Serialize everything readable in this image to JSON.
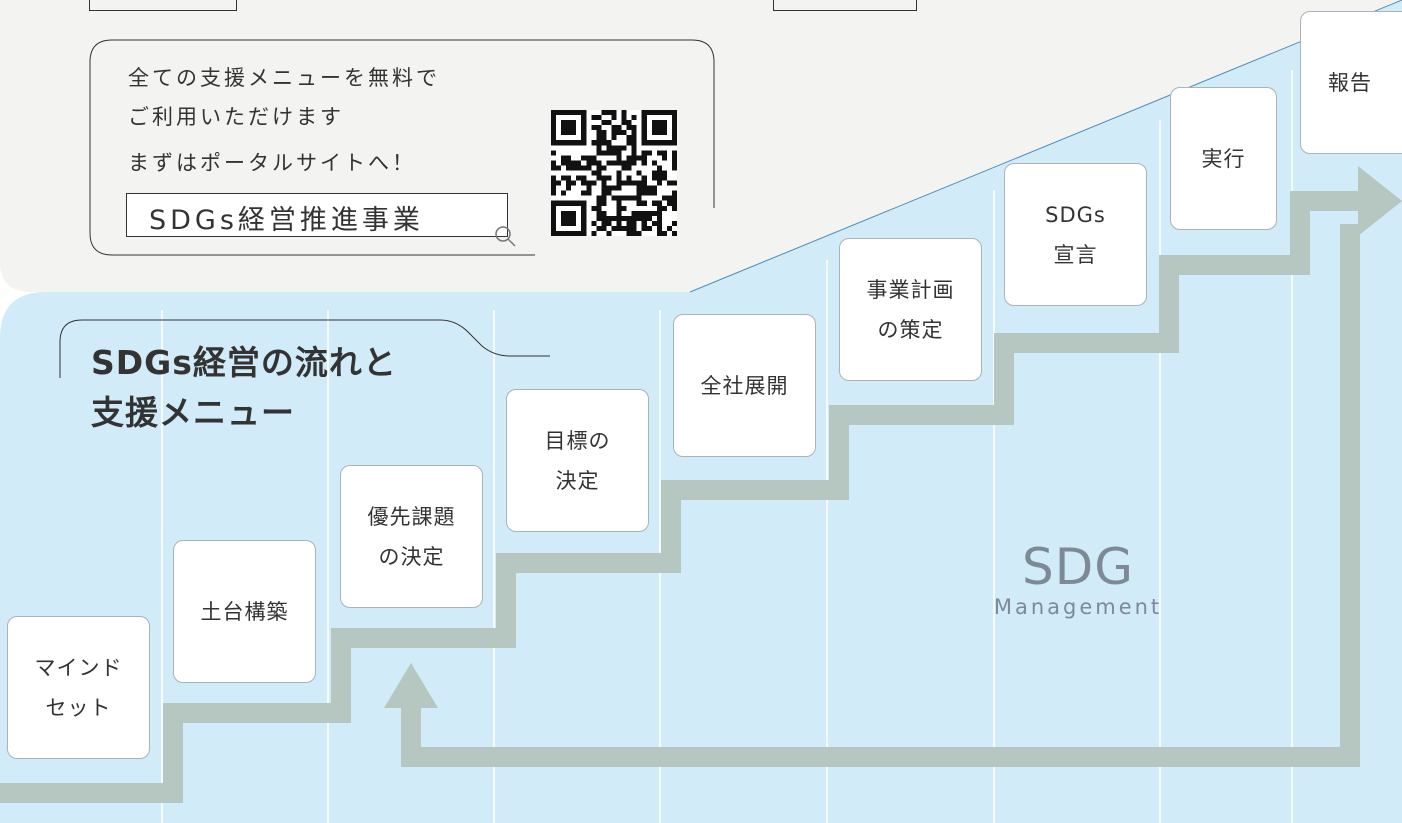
{
  "promo": {
    "line1": "全ての支援メニューを無料で",
    "line2": "ご利用いただけます",
    "line3": "まずはポータルサイトへ！",
    "search_text": "SDGs経営推進事業"
  },
  "section": {
    "title_line1": "SDGs経営の流れと",
    "title_line2": "支援メニュー"
  },
  "steps": [
    {
      "line1": "マインド",
      "line2": "セット"
    },
    {
      "line1": "土台構築",
      "line2": ""
    },
    {
      "line1": "優先課題",
      "line2": "の決定"
    },
    {
      "line1": "目標の",
      "line2": "決定"
    },
    {
      "line1": "全社展開",
      "line2": ""
    },
    {
      "line1": "事業計画",
      "line2": "の策定"
    },
    {
      "line1": "SDGs",
      "line2": "宣言"
    },
    {
      "line1": "実行",
      "line2": ""
    },
    {
      "line1": "報告",
      "line2": ""
    }
  ],
  "watermark": {
    "main": "SDG",
    "sub": "Management"
  },
  "colors": {
    "gray_panel": "#f3f3f1",
    "blue_panel": "#d2ebf8",
    "arrow": "#b6c6c1",
    "text": "#333333",
    "watermark": "#7d8a96"
  }
}
